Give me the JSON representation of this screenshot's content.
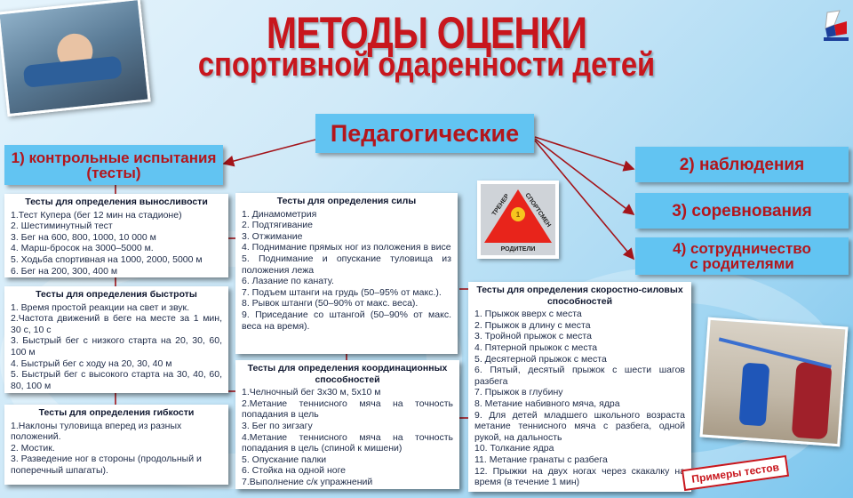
{
  "title": "МЕТОДЫ ОЦЕНКИ",
  "subtitle": "спортивной одаренности детей",
  "center": "Педагогические",
  "methods": [
    "1) контрольные испытания (тесты)",
    "2) наблюдения",
    "3) соревнования",
    "4) сотрудничество с родителями"
  ],
  "triangle": {
    "left": "ТРЕНЕР",
    "right": "СПОРТСМЕН",
    "bottom": "РОДИТЕЛИ",
    "cup": "1"
  },
  "examples_label": "Примеры тестов",
  "colors": {
    "accent": "#c8161d",
    "box": "#62c4f2"
  },
  "cards": {
    "endurance": {
      "title": "Тесты для определения выносливости",
      "items": [
        "1.Тест Купера (бег 12 мин на стадионе)",
        "2. Шестиминутный тест",
        "3. Бег на 600, 800, 1000, 10 000 м",
        "4. Марш-бросок на 3000–5000 м.",
        "5. Ходьба спортивная на 1000, 2000, 5000 м",
        "6. Бег на 200, 300, 400 м"
      ]
    },
    "speed": {
      "title": "Тесты для определения быстроты",
      "items": [
        "1. Время простой реакции на свет и звук.",
        "2.Частота движений в беге на месте за 1 мин, 30 с, 10 с",
        "3. Быстрый бег с низкого старта на 20, 30, 60, 100 м",
        "4. Быстрый бег с ходу на 20, 30, 40 м",
        "5. Быстрый бег с высокого старта на 30, 40, 60, 80, 100 м"
      ]
    },
    "flexibility": {
      "title": "Тесты для определения  гибкости",
      "items": [
        "1.Наклоны туловища вперед из разных положений.",
        "2. Мостик.",
        "3. Разведение ног в стороны (продольный и поперечный шпагаты)."
      ]
    },
    "strength": {
      "title": "Тесты для определения силы",
      "items": [
        "1. Динамометрия",
        "2. Подтягивание",
        "3. Отжимание",
        "4. Поднимание прямых ног из положения в висе",
        "5. Поднимание и опускание туловища из положения лежа",
        "6. Лазание по канату.",
        "7. Подъем штанги на грудь (50–95% от макс.).",
        "8. Рывок штанги (50–90% от макс. веса).",
        "9. Приседание со штангой (50–90% от макс. веса на время)."
      ]
    },
    "coordination": {
      "title": "Тесты для определения координационных способностей",
      "items": [
        "1.Челночный бег 3х30 м, 5х10 м",
        "2.Метание теннисного мяча на точность попадания в цель",
        "3. Бег по зигзагу",
        "4.Метание теннисного мяча на точность попадания в цель (спиной к мишени)",
        "5. Опускание палки",
        "6. Стойка на одной ноге",
        "7.Выполнение с/к упражнений"
      ]
    },
    "speed_strength": {
      "title": "Тесты для определения скоростно-силовых способностей",
      "items": [
        "1. Прыжок вверх с места",
        "2. Прыжок в длину с места",
        "3. Тройной прыжок с места",
        "4. Пятерной прыжок с места",
        "5. Десятерной прыжок с места",
        "6. Пятый, десятый прыжок с шести шагов разбега",
        "7. Прыжок в глубину",
        "8. Метание набивного мяча, ядра",
        "9. Для детей младшего школьного возраста метание теннисного мяча с разбега, одной рукой, на дальность",
        "10. Толкание ядра",
        "11. Метание гранаты с разбега",
        "12. Прыжки на двух ногах через скакалку на время (в течение 1 мин)"
      ]
    }
  }
}
